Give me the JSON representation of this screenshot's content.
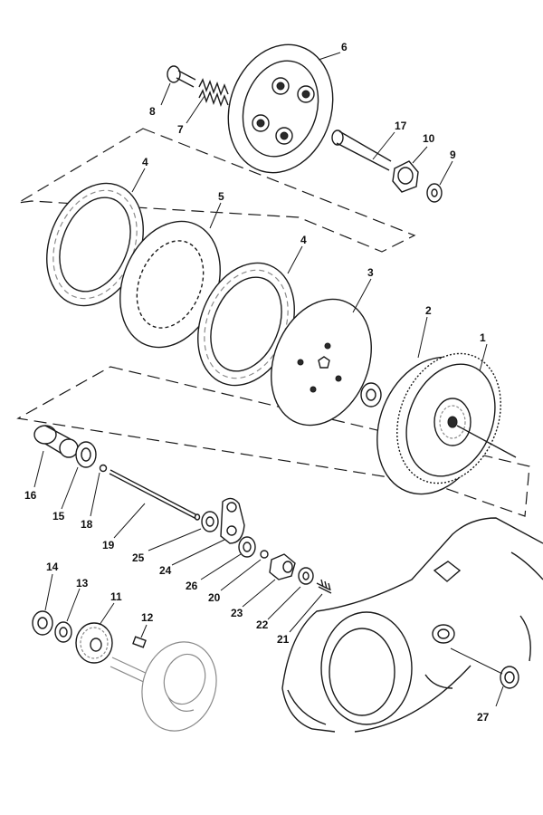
{
  "diagram": {
    "callouts": [
      {
        "id": "c1",
        "text": "1"
      },
      {
        "id": "c2",
        "text": "2"
      },
      {
        "id": "c3",
        "text": "3"
      },
      {
        "id": "c4a",
        "text": "4"
      },
      {
        "id": "c4b",
        "text": "4"
      },
      {
        "id": "c5",
        "text": "5"
      },
      {
        "id": "c6",
        "text": "6"
      },
      {
        "id": "c7",
        "text": "7"
      },
      {
        "id": "c8",
        "text": "8"
      },
      {
        "id": "c9",
        "text": "9"
      },
      {
        "id": "c10",
        "text": "10"
      },
      {
        "id": "c11",
        "text": "11"
      },
      {
        "id": "c12",
        "text": "12"
      },
      {
        "id": "c13",
        "text": "13"
      },
      {
        "id": "c14",
        "text": "14"
      },
      {
        "id": "c15",
        "text": "15"
      },
      {
        "id": "c16",
        "text": "16"
      },
      {
        "id": "c17",
        "text": "17"
      },
      {
        "id": "c18",
        "text": "18"
      },
      {
        "id": "c19",
        "text": "19"
      },
      {
        "id": "c20",
        "text": "20"
      },
      {
        "id": "c21",
        "text": "21"
      },
      {
        "id": "c22",
        "text": "22"
      },
      {
        "id": "c23",
        "text": "23"
      },
      {
        "id": "c24",
        "text": "24"
      },
      {
        "id": "c25",
        "text": "25"
      },
      {
        "id": "c26",
        "text": "26"
      },
      {
        "id": "c27",
        "text": "27"
      }
    ]
  }
}
